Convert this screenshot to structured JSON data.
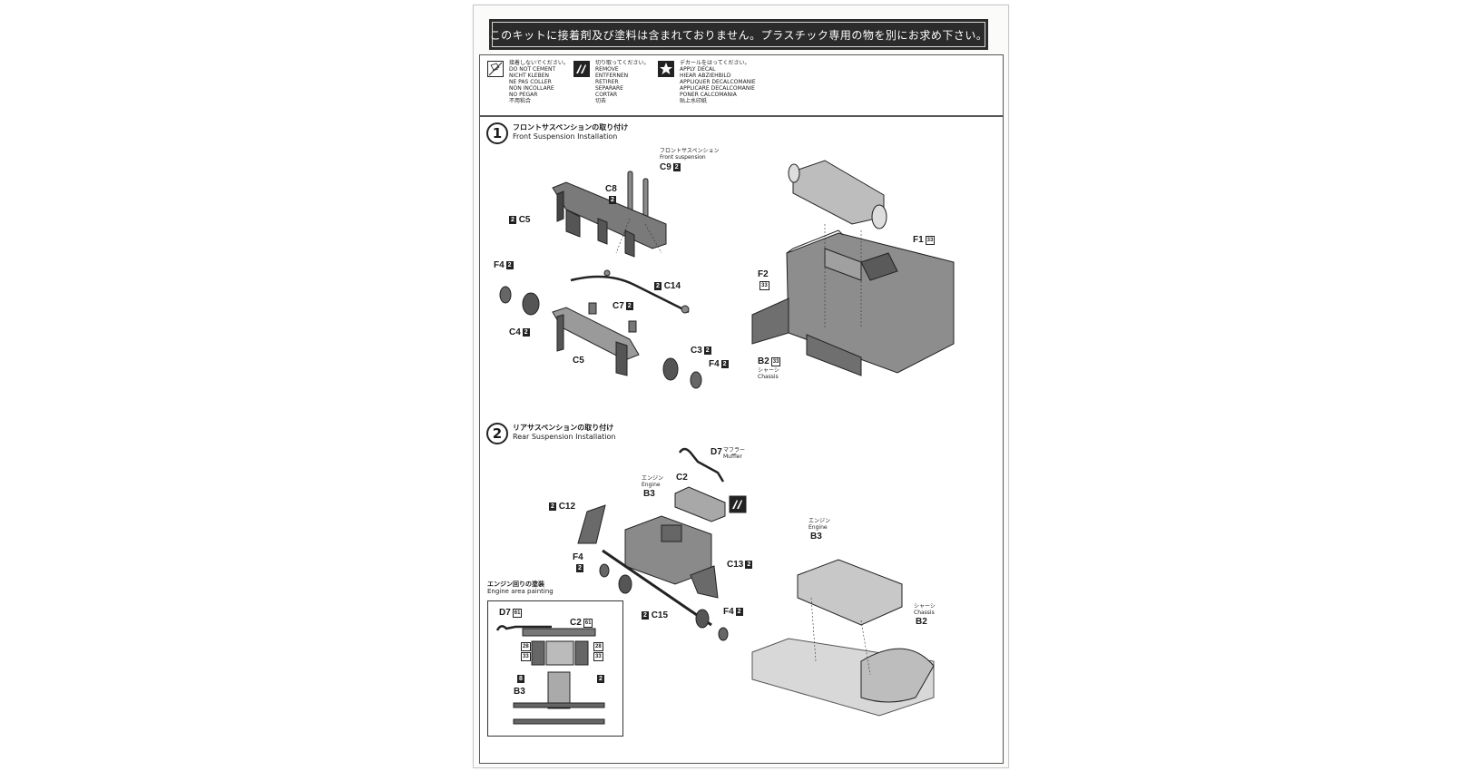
{
  "banner": {
    "notice": "このキットに接着剤及び塗料は含まれておりません。プラスチック専用の物を別にお求め下さい。"
  },
  "legend": {
    "do_not_cement": "接着しないでください。\nDO NOT CEMENT\nNICHT KLEBEN\nNE PAS COLLER\nNON INCOLLARE\nNO PEGAR\n不用粘合",
    "remove": "切り取ってください。\nREMOVE\nENTFERNEN\nRETIRER\nSEPARARE\nCORTAR\n切去",
    "apply_decal": "デカールをはってください。\nAPPLY DECAL\nHIEAR ABZIEHBILD\nAPPLIQUER DECALCOMANIE\nAPPLICARE DECALCOMANIE\nPONER CALCOMANIA\n贴上水印纸"
  },
  "step1": {
    "number": "1",
    "title_jp": "フロントサスペンションの取り付け",
    "title_en": "Front Suspension Installation",
    "front_susp_jp": "フロントサスペンション",
    "front_susp_en": "Front suspension",
    "parts": {
      "c9": "C9",
      "c9_q": "2",
      "c8": "C8",
      "c8_q": "2",
      "c5a_q": "2",
      "c5a": "C5",
      "f4a": "F4",
      "f4a_q": "2",
      "c14_q": "2",
      "c14": "C14",
      "c7": "C7",
      "c7_q": "2",
      "c4": "C4",
      "c4_q": "2",
      "c5b": "C5",
      "c3": "C3",
      "c3_q": "2",
      "f4b": "F4",
      "f4b_q": "2",
      "f1": "F1",
      "f1_c": "33",
      "f2": "F2",
      "f2_c": "33",
      "b2": "B2",
      "b2_c": "33"
    },
    "chassis_jp": "シャーシ",
    "chassis_en": "Chassis"
  },
  "step2": {
    "number": "2",
    "title_jp": "リアサスペンションの取り付け",
    "title_en": "Rear Suspension Installation",
    "parts": {
      "d7": "D7",
      "muffler_jp": "マフラー",
      "muffler_en": "Muffler",
      "c2": "C2",
      "engine_jp": "エンジン",
      "engine_en": "Engine",
      "b3": "B3",
      "c12_q": "2",
      "c12": "C12",
      "f4a": "F4",
      "f4a_q": "2",
      "c13": "C13",
      "c13_q": "2",
      "c15_q": "2",
      "c15": "C15",
      "f4b": "F4",
      "f4b_q": "2",
      "engine2_jp": "エンジン",
      "engine2_en": "Engine",
      "b3b": "B3",
      "chassis_jp": "シャーシ",
      "chassis_en": "Chassis",
      "b2": "B2"
    },
    "painting": {
      "title_jp": "エンジン回りの塗装",
      "title_en": "Engine area painting",
      "d7": "D7",
      "d7_c": "61",
      "c2": "C2",
      "c2_c": "61",
      "c28l": "28",
      "c33l": "33",
      "c28r": "28",
      "c33r": "33",
      "c8": "8",
      "c2b": "2",
      "b3": "B3"
    }
  }
}
